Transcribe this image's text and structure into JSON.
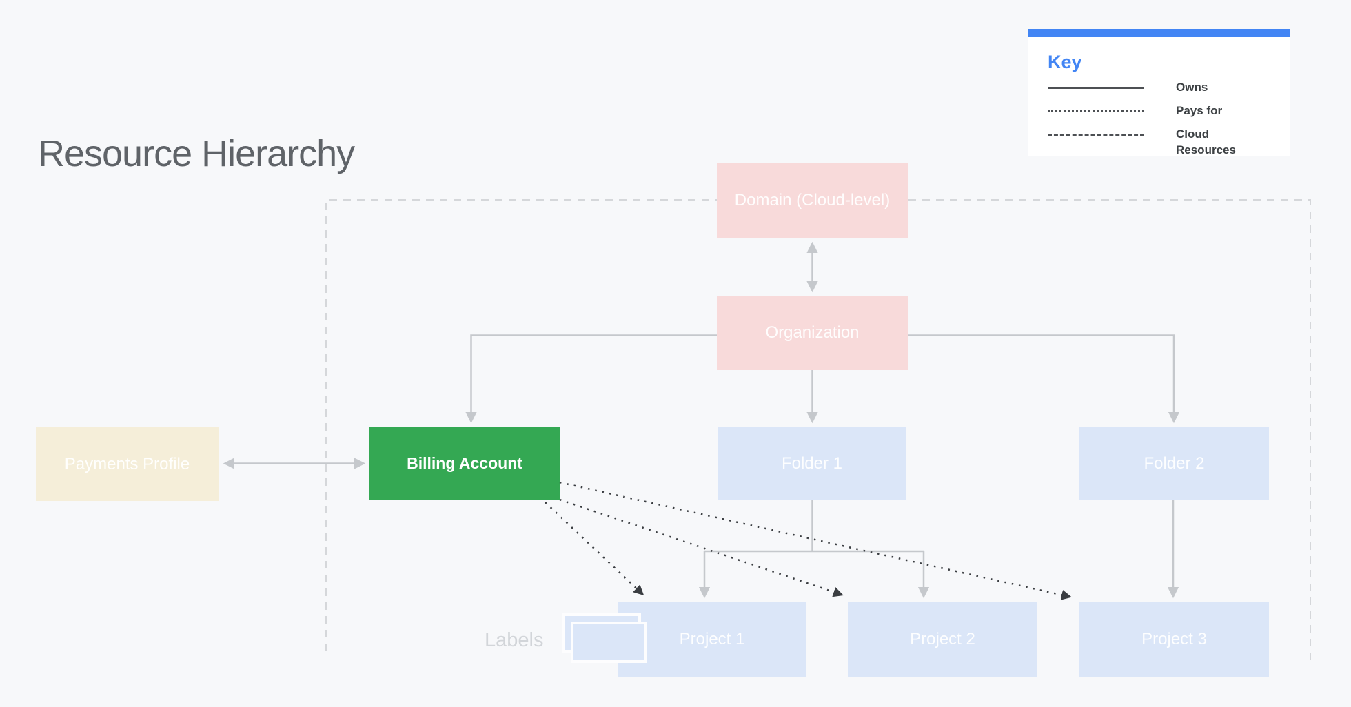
{
  "page": {
    "title": "Resource Hierarchy"
  },
  "key": {
    "heading": "Key",
    "items": [
      {
        "style": "solid",
        "label": "Owns"
      },
      {
        "style": "dotted",
        "label": "Pays for"
      },
      {
        "style": "dashed",
        "label": "Cloud Resources"
      }
    ]
  },
  "nodes": {
    "domain": {
      "label": "Domain (Cloud-level)",
      "color": "#f8dada"
    },
    "organization": {
      "label": "Organization",
      "color": "#f8dada"
    },
    "payments_profile": {
      "label": "Payments Profile",
      "color": "#f5eed9"
    },
    "billing_account": {
      "label": "Billing Account",
      "color": "#34a853"
    },
    "folder1": {
      "label": "Folder 1",
      "color": "#dbe6f8"
    },
    "folder2": {
      "label": "Folder 2",
      "color": "#dbe6f8"
    },
    "project1": {
      "label": "Project 1",
      "color": "#dbe6f8"
    },
    "project2": {
      "label": "Project 2",
      "color": "#dbe6f8"
    },
    "project3": {
      "label": "Project 3",
      "color": "#dbe6f8"
    }
  },
  "annotations": {
    "labels_caption": "Labels"
  },
  "edges": [
    {
      "from": "Domain (Cloud-level)",
      "to": "Organization",
      "type": "owns",
      "bidirectional": true
    },
    {
      "from": "Payments Profile",
      "to": "Billing Account",
      "type": "owns",
      "bidirectional": true
    },
    {
      "from": "Organization",
      "to": "Billing Account",
      "type": "owns"
    },
    {
      "from": "Organization",
      "to": "Folder 1",
      "type": "owns"
    },
    {
      "from": "Organization",
      "to": "Folder 2",
      "type": "owns"
    },
    {
      "from": "Folder 1",
      "to": "Project 1",
      "type": "owns"
    },
    {
      "from": "Folder 1",
      "to": "Project 2",
      "type": "owns"
    },
    {
      "from": "Folder 2",
      "to": "Project 3",
      "type": "owns"
    },
    {
      "from": "Billing Account",
      "to": "Project 1",
      "type": "pays_for"
    },
    {
      "from": "Billing Account",
      "to": "Project 2",
      "type": "pays_for"
    },
    {
      "from": "Billing Account",
      "to": "Project 3",
      "type": "pays_for"
    }
  ],
  "colors": {
    "background": "#f7f8fa",
    "key_accent_blue": "#4285f4",
    "faded_red_box": "#f8dada",
    "faded_yellow_box": "#f5eed9",
    "faded_blue_box": "#dbe6f8",
    "billing_green": "#34a853",
    "owns_line_gray": "#c5c8cc",
    "pays_for_line_dark": "#3a3d41",
    "cloud_boundary_dash_gray": "#d5d7da",
    "title_gray": "#5f6368"
  }
}
